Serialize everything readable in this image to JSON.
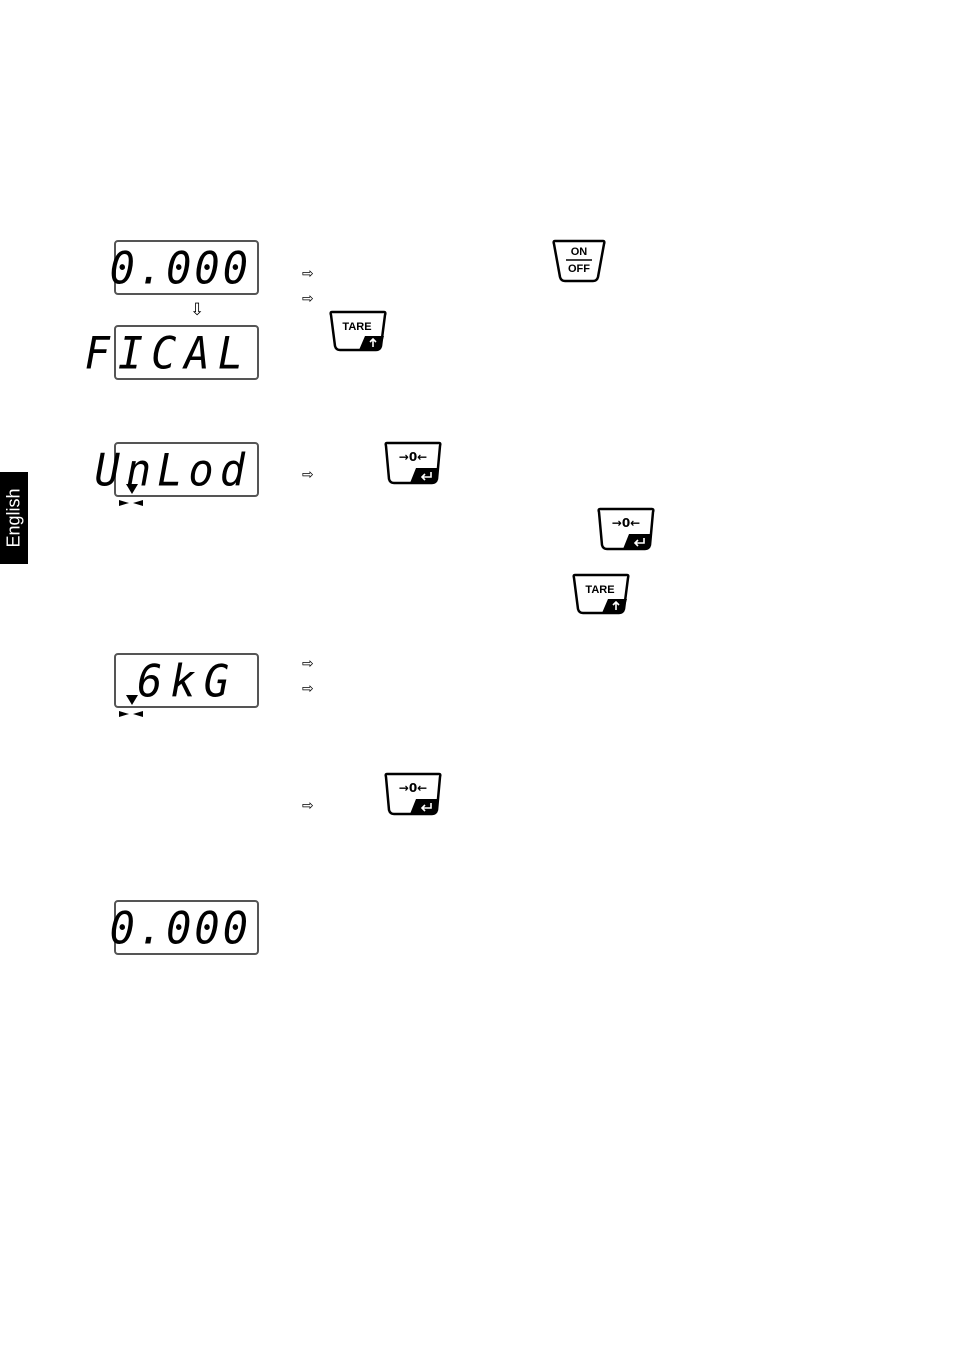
{
  "side_tab": "English",
  "displays": {
    "d1": "0.000",
    "d2": "FICAL",
    "d3": "UnLod",
    "d4": "6kG",
    "d5": "0.000"
  },
  "arrow_symbol": "⇨",
  "down_arrow_symbol": "⇩",
  "keys": {
    "on_off_top": "ON",
    "on_off_bottom": "OFF",
    "tare_label": "TARE",
    "zero_label": "→0←"
  }
}
